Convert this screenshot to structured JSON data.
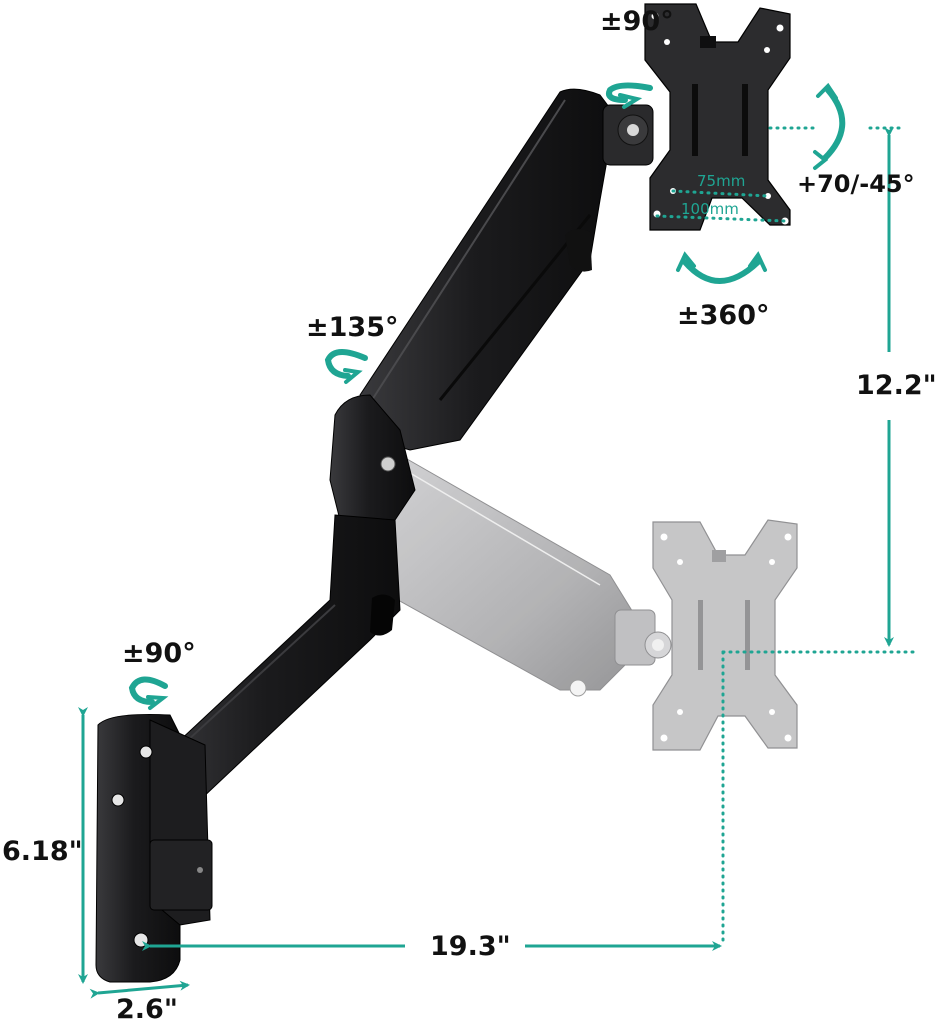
{
  "product": "Single monitor gas-spring wall mount arm",
  "colors": {
    "accent": "#1fa593",
    "label": "#111111",
    "arm_primary": "#1b1b1d",
    "arm_ghost": "#b4b4b6",
    "background": "#ffffff"
  },
  "rotation_labels": {
    "vesa_swivel": "±90°",
    "tilt": "+70/-45°",
    "rotation": "±360°",
    "elbow": "±135°",
    "base_swivel": "±90°"
  },
  "vesa": {
    "small": "75mm",
    "large": "100mm"
  },
  "dimensions": {
    "height_adjust": "12.2\"",
    "base_height": "6.18\"",
    "base_width": "2.6\"",
    "max_extension": "19.3\""
  },
  "icons": [
    "rotate-arrow-icon",
    "tilt-arrow-icon",
    "rotate-360-arrow-icon",
    "dimension-arrow-icon"
  ]
}
